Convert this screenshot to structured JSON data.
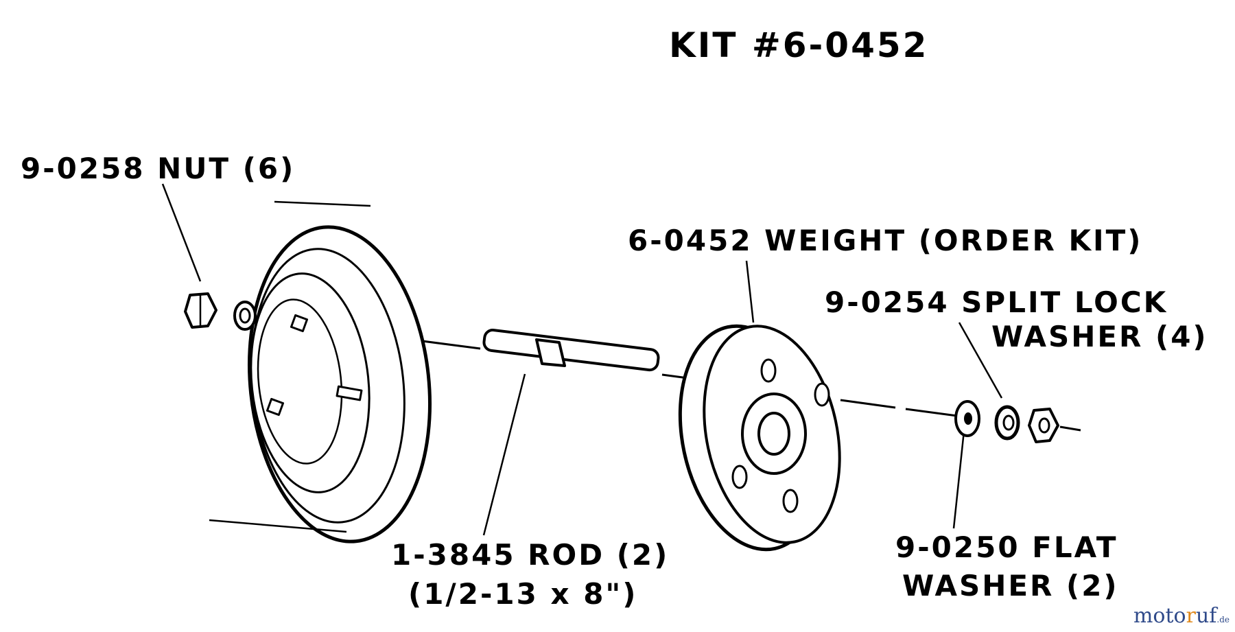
{
  "diagram": {
    "kit_title": "KIT #6-0452",
    "labels": {
      "nut": "9-0258 NUT (6)",
      "weight": "6-0452 WEIGHT (ORDER KIT)",
      "split_lock_line1": "9-0254 SPLIT LOCK",
      "split_lock_line2": "WASHER (4)",
      "rod_line1": "1-3845 ROD (2)",
      "rod_line2": "(1/2-13 x 8\")",
      "flat_washer_line1": "9-0250 FLAT",
      "flat_washer_line2": "WASHER (2)"
    }
  },
  "watermark": {
    "pre": "moto",
    "accent": "r",
    "post": "uf",
    "suffix": ".de"
  }
}
